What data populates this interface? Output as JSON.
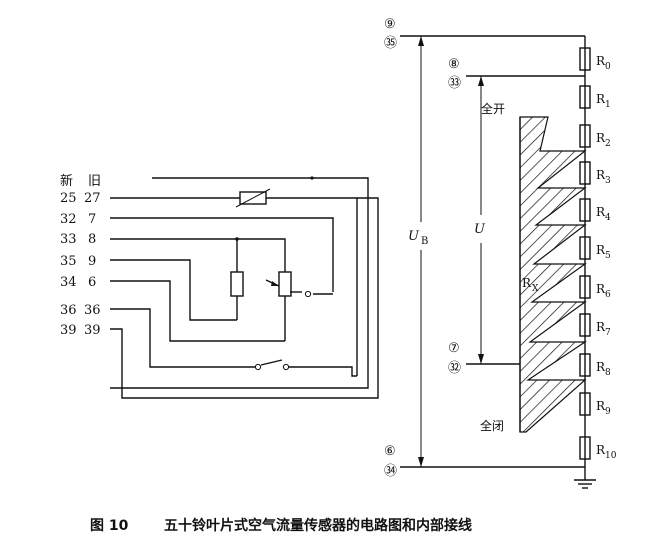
{
  "caption": {
    "figure_label": "图 10",
    "title": "五十铃叶片式空气流量传感器的电路图和内部接线"
  },
  "left_diagram": {
    "header_new": "新",
    "header_old": "旧",
    "pins": [
      {
        "new": "25",
        "old": "27"
      },
      {
        "new": "32",
        "old": "7"
      },
      {
        "new": "33",
        "old": "8"
      },
      {
        "new": "35",
        "old": "9"
      },
      {
        "new": "34",
        "old": "6"
      },
      {
        "new": "36",
        "old": "36"
      },
      {
        "new": "39",
        "old": "39"
      }
    ]
  },
  "right_diagram": {
    "terminals": {
      "top_old": "⑨",
      "top_new": "㉟",
      "upper_old": "⑧",
      "upper_new": "㉝",
      "mid_old": "⑦",
      "mid_new": "㉜",
      "bottom_old": "⑥",
      "bottom_new": "㉞"
    },
    "voltage_b": "U",
    "voltage_b_sub": "B",
    "voltage_u": "U",
    "label_full_open": "全开",
    "label_full_closed": "全闭",
    "rx_label": "R",
    "rx_sub": "X",
    "resistors": [
      {
        "name": "R",
        "sub": "0"
      },
      {
        "name": "R",
        "sub": "1"
      },
      {
        "name": "R",
        "sub": "2"
      },
      {
        "name": "R",
        "sub": "3"
      },
      {
        "name": "R",
        "sub": "4"
      },
      {
        "name": "R",
        "sub": "5"
      },
      {
        "name": "R",
        "sub": "6"
      },
      {
        "name": "R",
        "sub": "7"
      },
      {
        "name": "R",
        "sub": "8"
      },
      {
        "name": "R",
        "sub": "9"
      },
      {
        "name": "R",
        "sub": "10"
      }
    ]
  }
}
